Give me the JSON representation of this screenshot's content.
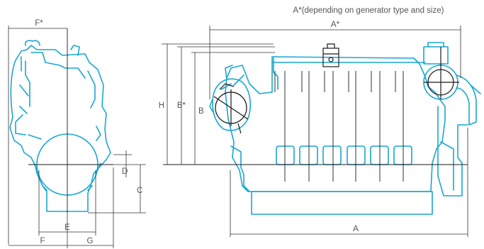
{
  "caption": "A*(depending on generator type and size)",
  "labels": {
    "a_star": "A*",
    "f_star": "F*",
    "h": "H",
    "b_star": "B*",
    "b": "B",
    "c": "C",
    "d": "D",
    "e": "E",
    "f": "F",
    "g": "G",
    "a": "A"
  },
  "colors": {
    "engine_outline": "#19a7cf",
    "lines": "#1a1a1a",
    "text": "#555555"
  }
}
